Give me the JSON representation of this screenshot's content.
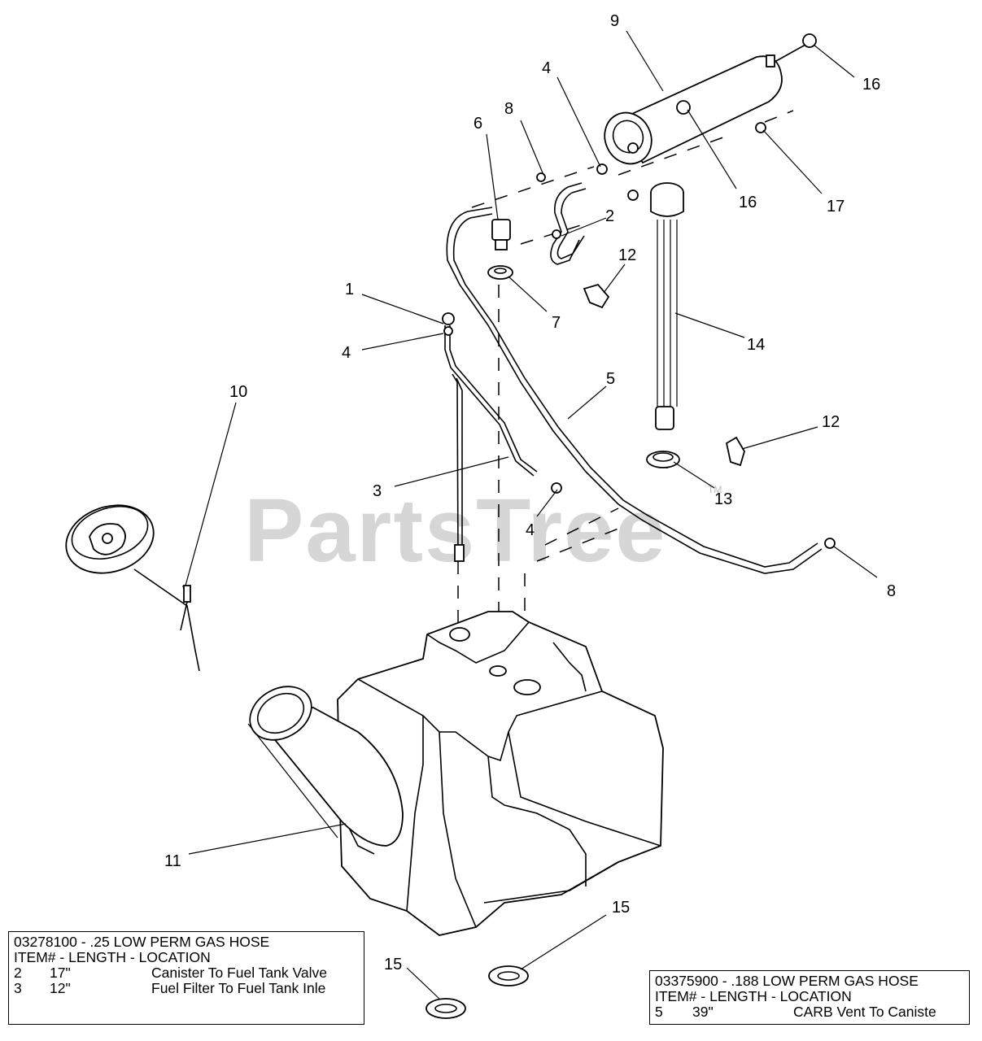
{
  "watermark": {
    "text": "PartsTree",
    "trademark": "TM"
  },
  "callouts": [
    "9",
    "4",
    "8",
    "6",
    "16",
    "17",
    "16",
    "2",
    "12",
    "1",
    "4",
    "7",
    "14",
    "5",
    "10",
    "12",
    "3",
    "13",
    "4",
    "8",
    "11",
    "15",
    "15"
  ],
  "hose_tables": [
    {
      "part_number_line": "03278100 - .25 LOW PERM GAS HOSE",
      "header": "ITEM# - LENGTH - LOCATION",
      "rows": [
        {
          "item": "2",
          "length": "17\"",
          "location": "Canister To Fuel Tank Valve"
        },
        {
          "item": "3",
          "length": "12\"",
          "location": "Fuel Filter To Fuel Tank Inle"
        }
      ]
    },
    {
      "part_number_line": "03375900 - .188 LOW PERM GAS HOSE",
      "header": "ITEM# - LENGTH - LOCATION",
      "rows": [
        {
          "item": "5",
          "length": "39\"",
          "location": "CARB Vent To Caniste"
        }
      ]
    }
  ]
}
